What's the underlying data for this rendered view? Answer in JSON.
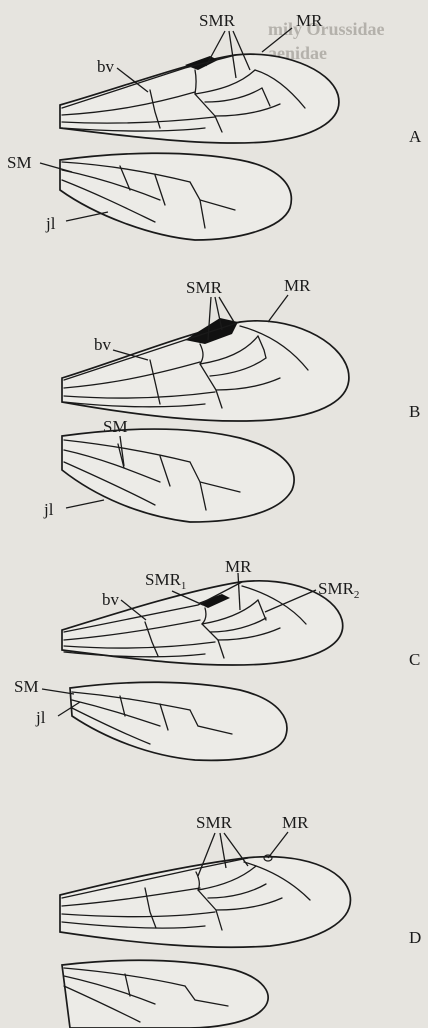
{
  "figure": {
    "panels": [
      {
        "id": "A",
        "letter": "A",
        "labels": {
          "smr": "SMR",
          "mr": "MR",
          "bv": "bv",
          "sm": "SM",
          "jl": "jl"
        }
      },
      {
        "id": "B",
        "letter": "B",
        "labels": {
          "smr": "SMR",
          "mr": "MR",
          "bv": "bv",
          "sm": "SM",
          "jl": "jl"
        }
      },
      {
        "id": "C",
        "letter": "C",
        "labels": {
          "smr1": "SMR",
          "smr1_sub": "1",
          "mr": "MR",
          "smr2": "SMR",
          "smr2_sub": "2",
          "bv": "bv",
          "sm": "SM",
          "jl": "jl"
        }
      },
      {
        "id": "D",
        "letter": "D",
        "labels": {
          "smr": "SMR",
          "mr": "MR"
        }
      }
    ],
    "background_text": {
      "line1": "mily Orussidae",
      "line2": "aenidae"
    }
  },
  "colors": {
    "ink": "#1a1a1a",
    "paper": "#e6e4df",
    "bleed": "#b4b1ab"
  }
}
